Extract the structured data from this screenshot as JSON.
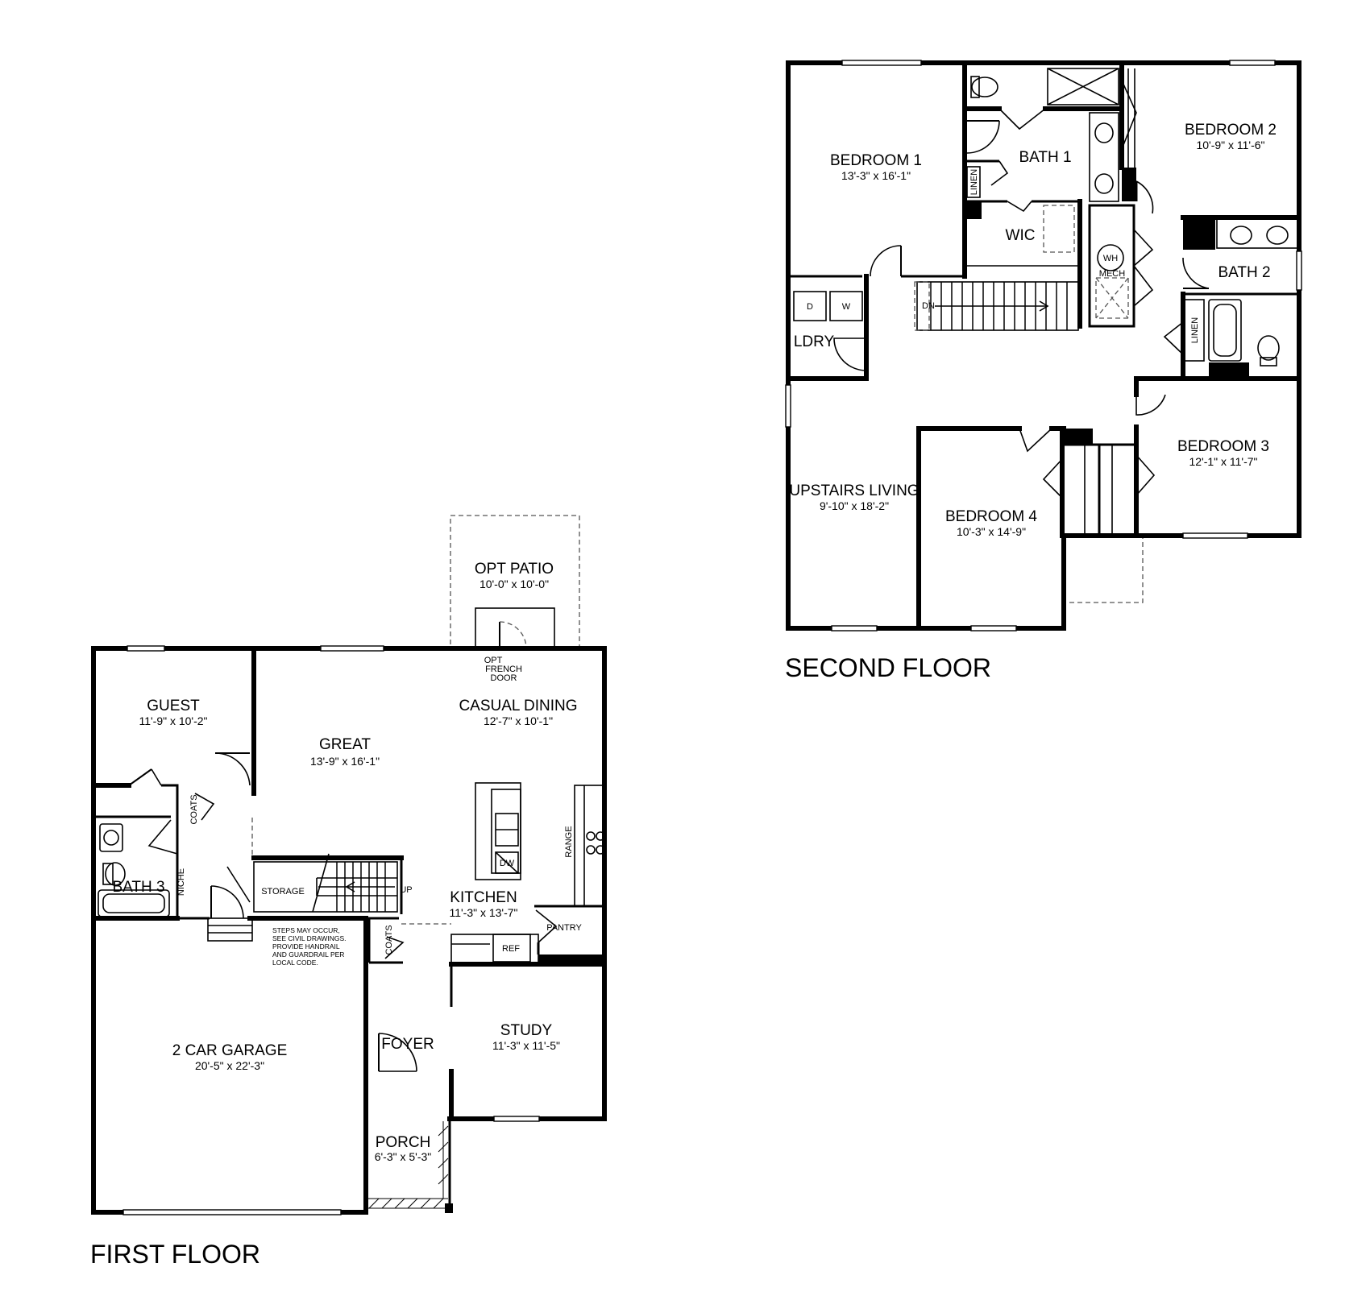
{
  "floors": {
    "first": {
      "title": "FIRST FLOOR",
      "rooms": {
        "garage": {
          "name": "2 CAR GARAGE",
          "dims": "20'-5\" x 22'-3\""
        },
        "guest": {
          "name": "GUEST",
          "dims": "11'-9\" x 10'-2\""
        },
        "great": {
          "name": "GREAT",
          "dims": "13'-9\" x 16'-1\""
        },
        "casual_dining": {
          "name": "CASUAL DINING",
          "dims": "12'-7\" x 10'-1\""
        },
        "kitchen": {
          "name": "KITCHEN",
          "dims": "11'-3\" x 13'-7\""
        },
        "study": {
          "name": "STUDY",
          "dims": "11'-3\" x 11'-5\""
        },
        "foyer": {
          "name": "FOYER"
        },
        "porch": {
          "name": "PORCH",
          "dims": "6'-3\" x 5'-3\""
        },
        "opt_patio": {
          "name": "OPT PATIO",
          "dims": "10'-0\" x 10'-0\""
        },
        "bath3": {
          "name": "BATH 3"
        }
      },
      "labels": {
        "coats_upper": "COATS",
        "coats_lower": "COATS",
        "niche": "NICHE",
        "storage": "STORAGE",
        "up": "UP",
        "pantry": "PANTRY",
        "ref": "REF",
        "dw": "DW",
        "range": "RANGE",
        "french_door": [
          "OPT",
          "FRENCH",
          "DOOR"
        ],
        "steps_note": [
          "STEPS MAY OCCUR,",
          "SEE CIVIL DRAWINGS.",
          "PROVIDE HANDRAIL",
          "AND GUARDRAIL PER",
          "LOCAL CODE."
        ]
      }
    },
    "second": {
      "title": "SECOND FLOOR",
      "rooms": {
        "bedroom1": {
          "name": "BEDROOM 1",
          "dims": "13'-3\" x 16'-1\""
        },
        "bedroom2": {
          "name": "BEDROOM 2",
          "dims": "10'-9\" x 11'-6\""
        },
        "bedroom3": {
          "name": "BEDROOM 3",
          "dims": "12'-1\" x 11'-7\""
        },
        "bedroom4": {
          "name": "BEDROOM 4",
          "dims": "10'-3\" x 14'-9\""
        },
        "upstairs_living": {
          "name": "UPSTAIRS LIVING",
          "dims": "9'-10\" x 18'-2\""
        },
        "bath1": {
          "name": "BATH 1"
        },
        "bath2": {
          "name": "BATH 2"
        },
        "wic": {
          "name": "WIC"
        },
        "laundry": {
          "name": "LDRY"
        }
      },
      "labels": {
        "linen_bath1": "LINEN",
        "linen_hall": "LINEN",
        "wh": "WH",
        "mech": "MECH",
        "dryer": "D",
        "washer": "W",
        "dn": "DN"
      }
    }
  }
}
